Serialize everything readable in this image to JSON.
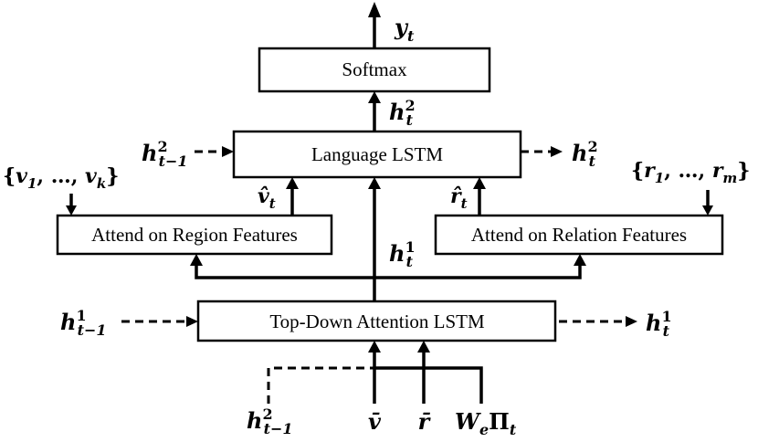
{
  "boxes": {
    "softmax": "Softmax",
    "language_lstm": "Language LSTM",
    "attend_region": "Attend on Region Features",
    "attend_relation": "Attend on Relation Features",
    "topdown_lstm": "Top-Down Attention LSTM"
  },
  "symbols": {
    "y_t": {
      "base": "y",
      "sub": "t"
    },
    "h2_t_top": {
      "base": "h",
      "sup": "2",
      "sub": "t"
    },
    "h2_tm1_lang": {
      "base": "h",
      "sup": "2",
      "sub": "t−1"
    },
    "h2_t_out": {
      "base": "h",
      "sup": "2",
      "sub": "t"
    },
    "region_set": {
      "open": "{",
      "v1": "v",
      "v1_sub": "1",
      "dots": ", …, ",
      "vk": "v",
      "vk_sub": "k",
      "close": "}"
    },
    "relation_set": {
      "open": "{",
      "r1": "r",
      "r1_sub": "1",
      "dots": ", …, ",
      "rm": "r",
      "rm_sub": "m",
      "close": "}"
    },
    "v_hat_t": {
      "base": "v̂",
      "sub": "t"
    },
    "r_hat_t": {
      "base": "r̂",
      "sub": "t"
    },
    "h1_t_mid": {
      "base": "h",
      "sup": "1",
      "sub": "t"
    },
    "h1_tm1": {
      "base": "h",
      "sup": "1",
      "sub": "t−1"
    },
    "h1_t_out": {
      "base": "h",
      "sup": "1",
      "sub": "t"
    },
    "h2_tm1_bottom": {
      "base": "h",
      "sup": "2",
      "sub": "t−1"
    },
    "v_bar": "v̄",
    "r_bar": "r̄",
    "w_pi": {
      "w": "W",
      "w_sub": "e",
      "pi": "Π",
      "pi_sub": "t"
    }
  }
}
